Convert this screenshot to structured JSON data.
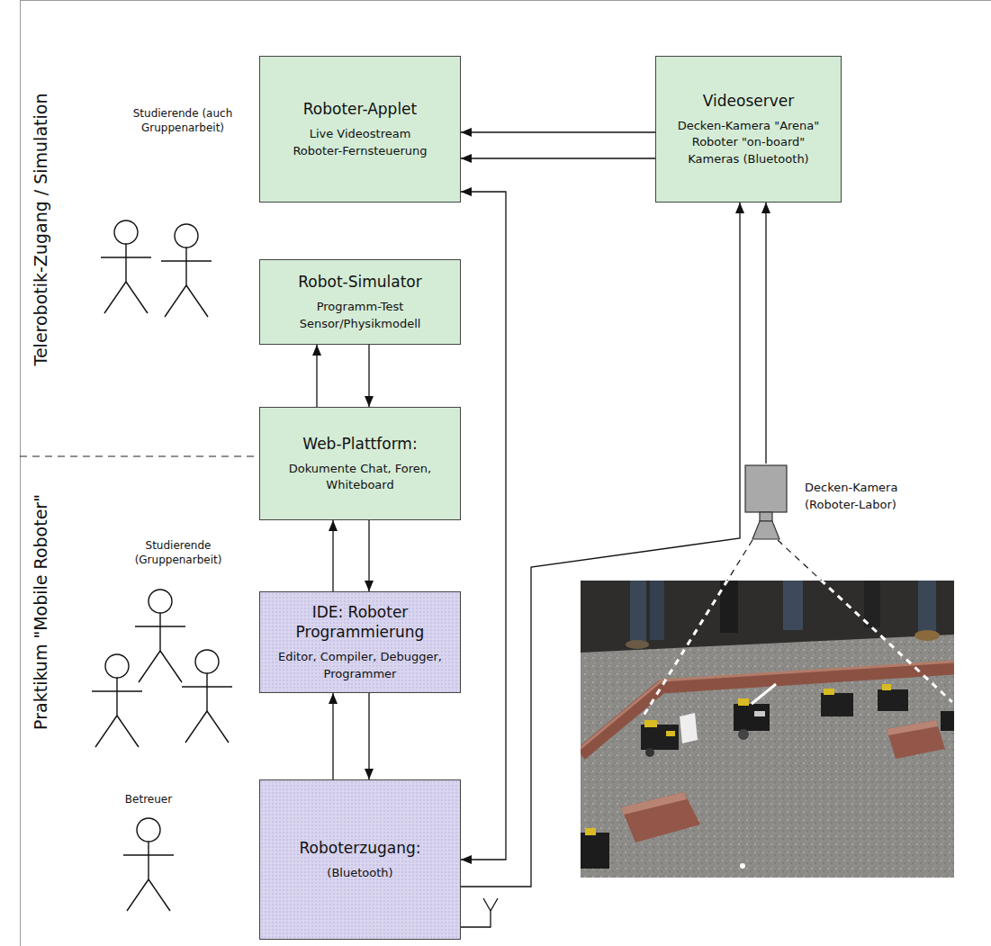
{
  "diagram": {
    "nodes": [
      {
        "text": [
          "Roboter-Applet",
          "Live Videostream Roboter-Fernsteuerung"
        ]
      },
      {
        "text": [
          "Videoserver",
          "Decken-Kamera \"Arena\" Roboter \"on-board\" Kameras (Bluetooth)"
        ]
      },
      {
        "text": [
          "Robot-Simulator",
          "Programm-Test Sensor/Physikmodell"
        ]
      },
      {
        "text": [
          "Web-Plattform:",
          "Dokumente Chat, Foren, Whiteboard"
        ]
      },
      {
        "text": [
          "Decken-Kamera (Roboter-Labor)"
        ]
      },
      {
        "text": [
          "IDE: Roboter Programmierung",
          "Editor, Compiler, Debugger, Programmer"
        ]
      },
      {
        "text": [
          "Roboterzugang:",
          "(Bluetooth)"
        ]
      }
    ],
    "edges": [
      {
        "from": 1,
        "to": 0,
        "arrow": "to"
      },
      {
        "from": 1,
        "to": 0,
        "arrow": "to"
      },
      {
        "from": 0,
        "to": 6,
        "arrow": "both"
      },
      {
        "from": 6,
        "to": 1,
        "arrow": "to"
      },
      {
        "from": 4,
        "to": 1,
        "arrow": "to"
      },
      {
        "from": 3,
        "to": 2,
        "arrow": "to"
      },
      {
        "from": 2,
        "to": 3,
        "arrow": "to"
      },
      {
        "from": 5,
        "to": 3,
        "arrow": "to"
      },
      {
        "from": 3,
        "to": 5,
        "arrow": "to"
      },
      {
        "from": 6,
        "to": 5,
        "arrow": "to"
      },
      {
        "from": 5,
        "to": 6,
        "arrow": "to"
      }
    ],
    "labels": [
      "Telerobotik-Zugang / Simulation",
      "Studierende (auch Gruppenarbeit)",
      "Praktikum \"Mobile Roboter\"",
      "Studierende (Gruppenarbeit)",
      "Betreuer"
    ]
  }
}
